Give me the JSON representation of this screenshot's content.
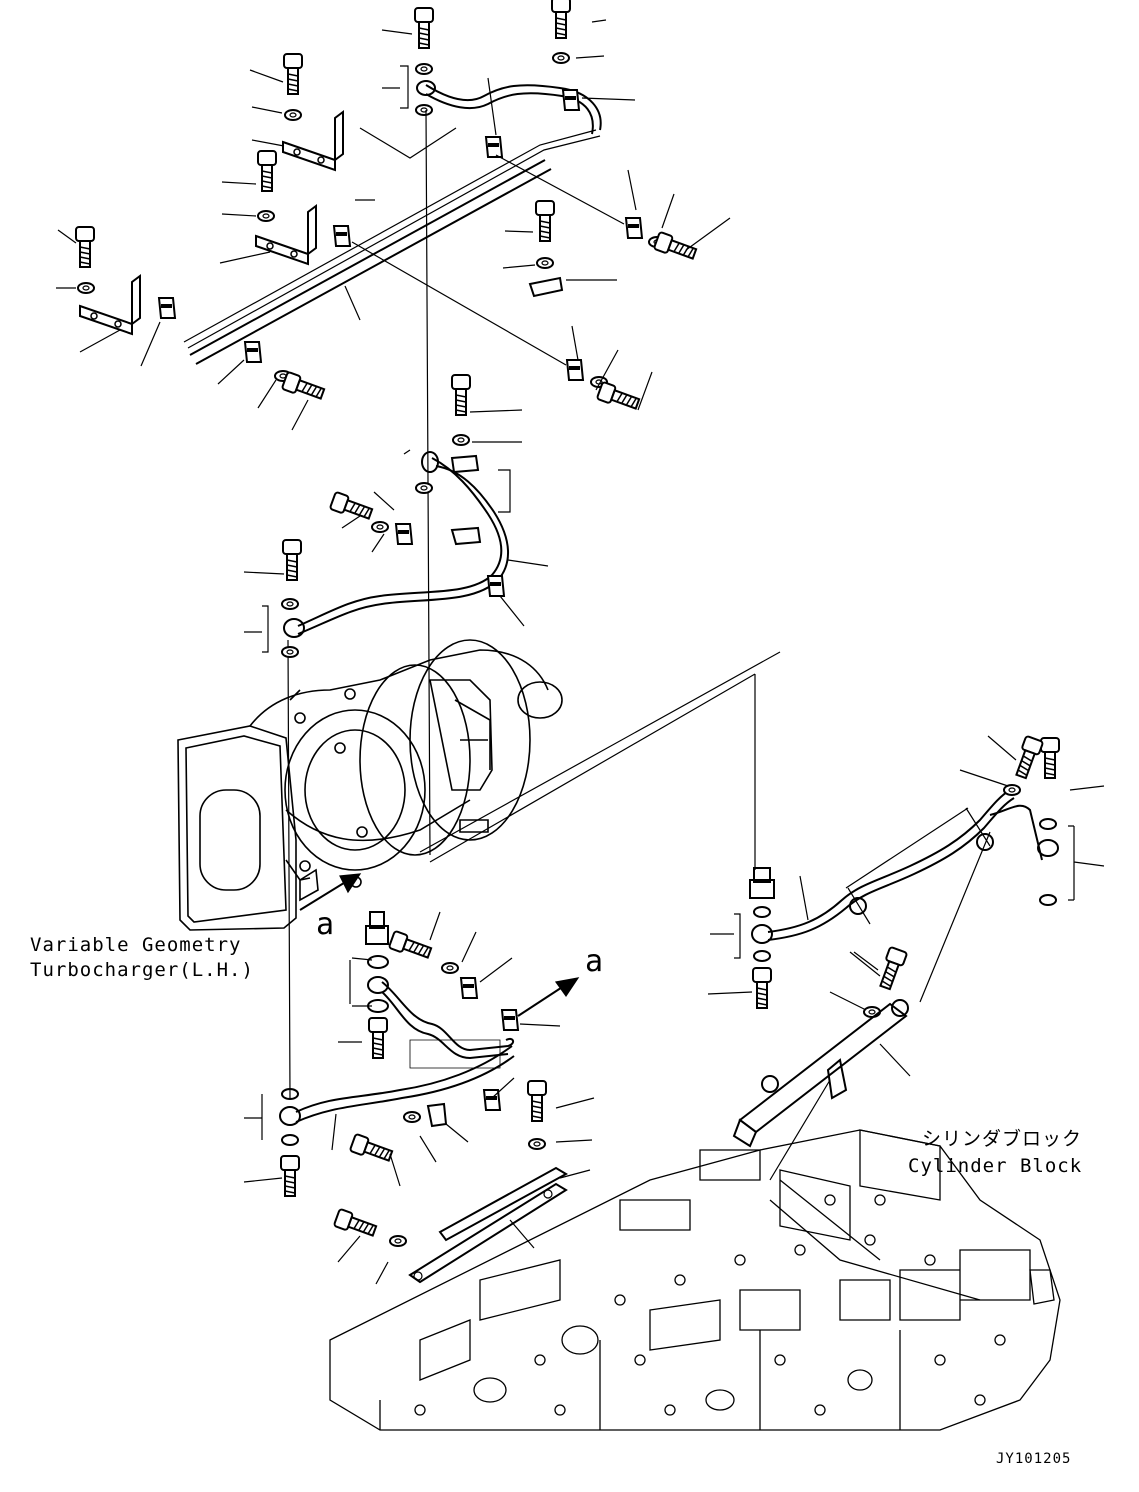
{
  "labels": {
    "turbo_line1": "Variable Geometry",
    "turbo_line2": "Turbocharger(L.H.)",
    "cyl_jp": "シリンダブロック",
    "cyl_en": "Cylinder Block",
    "drawing_code": "JY101205",
    "view_marker_left": "a",
    "view_marker_right": "a"
  }
}
